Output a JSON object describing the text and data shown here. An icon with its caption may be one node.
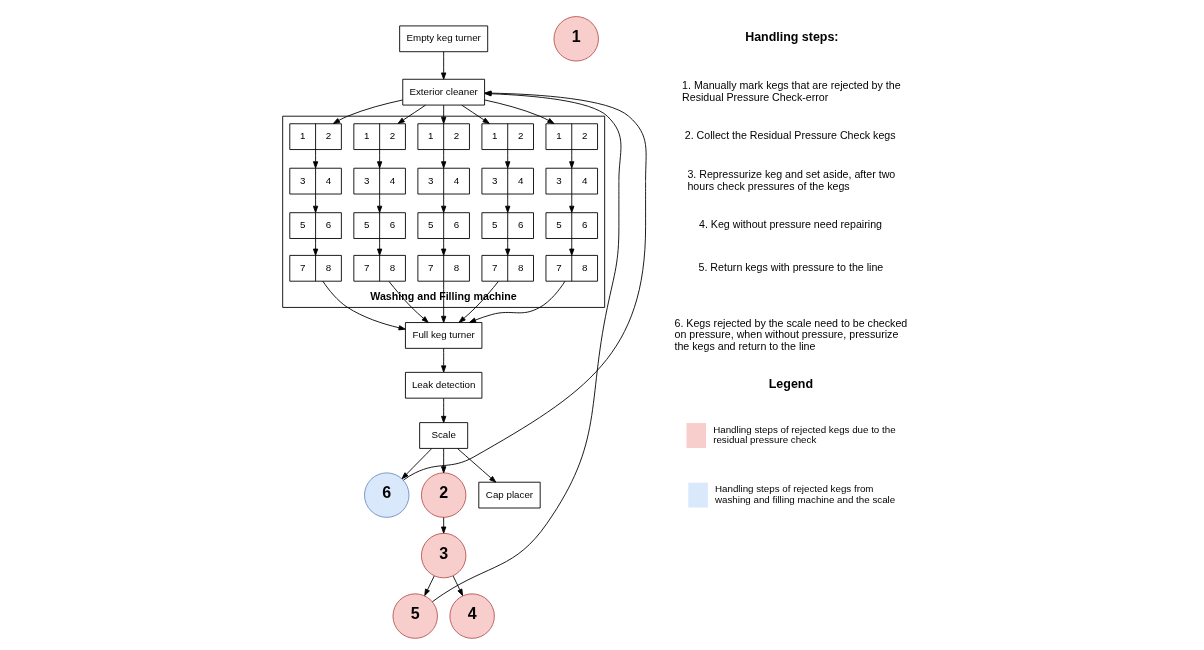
{
  "diagram": {
    "nodes": [
      {
        "text": [
          "Washing and Filling machine"
        ]
      },
      {
        "text": [
          "1",
          "2"
        ],
        "in": 0
      },
      {
        "text": [
          "3",
          "4"
        ],
        "in": 0
      },
      {
        "text": [
          "5",
          "6"
        ],
        "in": 0
      },
      {
        "text": [
          "7",
          "8"
        ],
        "in": 0
      },
      {
        "text": [
          "1",
          "2"
        ],
        "in": 0
      },
      {
        "text": [
          "3",
          "4"
        ],
        "in": 0
      },
      {
        "text": [
          "5",
          "6"
        ],
        "in": 0
      },
      {
        "text": [
          "7",
          "8"
        ],
        "in": 0
      },
      {
        "text": [
          "1",
          "2"
        ],
        "in": 0
      },
      {
        "text": [
          "3",
          "4"
        ],
        "in": 0
      },
      {
        "text": [
          "5",
          "6"
        ],
        "in": 0
      },
      {
        "text": [
          "7",
          "8"
        ],
        "in": 0
      },
      {
        "text": [
          "1",
          "2"
        ],
        "in": 0
      },
      {
        "text": [
          "3",
          "4"
        ],
        "in": 0
      },
      {
        "text": [
          "5",
          "6"
        ],
        "in": 0
      },
      {
        "text": [
          "7",
          "8"
        ],
        "in": 0
      },
      {
        "text": [
          "1",
          "2"
        ],
        "in": 0
      },
      {
        "text": [
          "3",
          "4"
        ],
        "in": 0
      },
      {
        "text": [
          "5",
          "6"
        ],
        "in": 0
      },
      {
        "text": [
          "7",
          "8"
        ],
        "in": 0
      },
      {
        "text": [
          "1"
        ]
      },
      {
        "text": [
          "Full keg turner"
        ]
      },
      {
        "text": [
          "Exterior cleaner"
        ]
      },
      {
        "text": [
          "Leak detection"
        ]
      },
      {
        "text": [
          "5"
        ]
      },
      {
        "text": [
          "6"
        ]
      },
      {
        "text": [
          "Scale"
        ]
      },
      {
        "text": [
          "Empty keg turner"
        ]
      },
      {
        "text": [
          "4"
        ]
      },
      {
        "text": [
          "3"
        ]
      },
      {
        "text": [
          "2"
        ]
      },
      {
        "text": [
          "Cap placer"
        ]
      }
    ],
    "edges": [
      {
        "from": 23,
        "to": 1,
        "arrow": "to"
      },
      {
        "from": 23,
        "to": 5,
        "arrow": "to"
      },
      {
        "from": 23,
        "to": 9,
        "arrow": "to"
      },
      {
        "from": 23,
        "to": 13,
        "arrow": "to"
      },
      {
        "from": 23,
        "to": 17,
        "arrow": "to"
      },
      {
        "from": 1,
        "to": 2,
        "arrow": "to"
      },
      {
        "from": 2,
        "to": 3,
        "arrow": "to"
      },
      {
        "from": 3,
        "to": 4,
        "arrow": "to"
      },
      {
        "from": 5,
        "to": 6,
        "arrow": "to"
      },
      {
        "from": 6,
        "to": 7,
        "arrow": "to"
      },
      {
        "from": 7,
        "to": 8,
        "arrow": "to"
      },
      {
        "from": 9,
        "to": 10,
        "arrow": "to"
      },
      {
        "from": 10,
        "to": 11,
        "arrow": "to"
      },
      {
        "from": 11,
        "to": 12,
        "arrow": "to"
      },
      {
        "from": 13,
        "to": 14,
        "arrow": "to"
      },
      {
        "from": 14,
        "to": 15,
        "arrow": "to"
      },
      {
        "from": 15,
        "to": 16,
        "arrow": "to"
      },
      {
        "from": 17,
        "to": 18,
        "arrow": "to"
      },
      {
        "from": 18,
        "to": 19,
        "arrow": "to"
      },
      {
        "from": 19,
        "to": 20,
        "arrow": "to"
      },
      {
        "from": 4,
        "to": 22,
        "arrow": "to"
      },
      {
        "from": 8,
        "to": 22,
        "arrow": "to"
      },
      {
        "from": 12,
        "to": 22,
        "arrow": "to"
      },
      {
        "from": 16,
        "to": 22,
        "arrow": "to"
      },
      {
        "from": 20,
        "to": 22,
        "arrow": "to"
      },
      {
        "from": 22,
        "to": 24,
        "arrow": "to"
      },
      {
        "from": 24,
        "to": 27,
        "arrow": "to"
      },
      {
        "from": 27,
        "to": 32,
        "arrow": "to"
      },
      {
        "from": 27,
        "to": 26,
        "arrow": "to"
      },
      {
        "from": 27,
        "to": 31,
        "arrow": "to"
      },
      {
        "from": 31,
        "to": 30,
        "arrow": "to"
      },
      {
        "from": 30,
        "to": 29,
        "arrow": "to"
      },
      {
        "from": 30,
        "to": 25,
        "arrow": "to"
      },
      {
        "from": 25,
        "to": 23,
        "arrow": "to"
      },
      {
        "from": 26,
        "to": 23,
        "arrow": "to"
      },
      {
        "from": 28,
        "to": 23,
        "arrow": "to"
      }
    ],
    "labels": [
      "Handling steps:",
      "1. Manually mark kegs that are rejected by the Residual Pressure Check-error",
      "2. Collect the Residual Pressure Check kegs",
      "3. Repressurize keg and set aside, after two hours check pressures of the kegs",
      "4. Keg without pressure need repairing",
      "5. Return kegs with pressure to the line",
      "6. Kegs rejected by the scale need to be checked on pressure, when without pressure, pressurize the kegs and return to the line",
      "Legend"
    ],
    "legend": [
      {
        "text": "Handling steps of rejected kegs due to the residual pressure check",
        "color": "#f8cecc"
      },
      {
        "text": "Handling steps of rejected kegs from washing and filling machine and the scale",
        "color": "#dae8fc"
      }
    ]
  }
}
